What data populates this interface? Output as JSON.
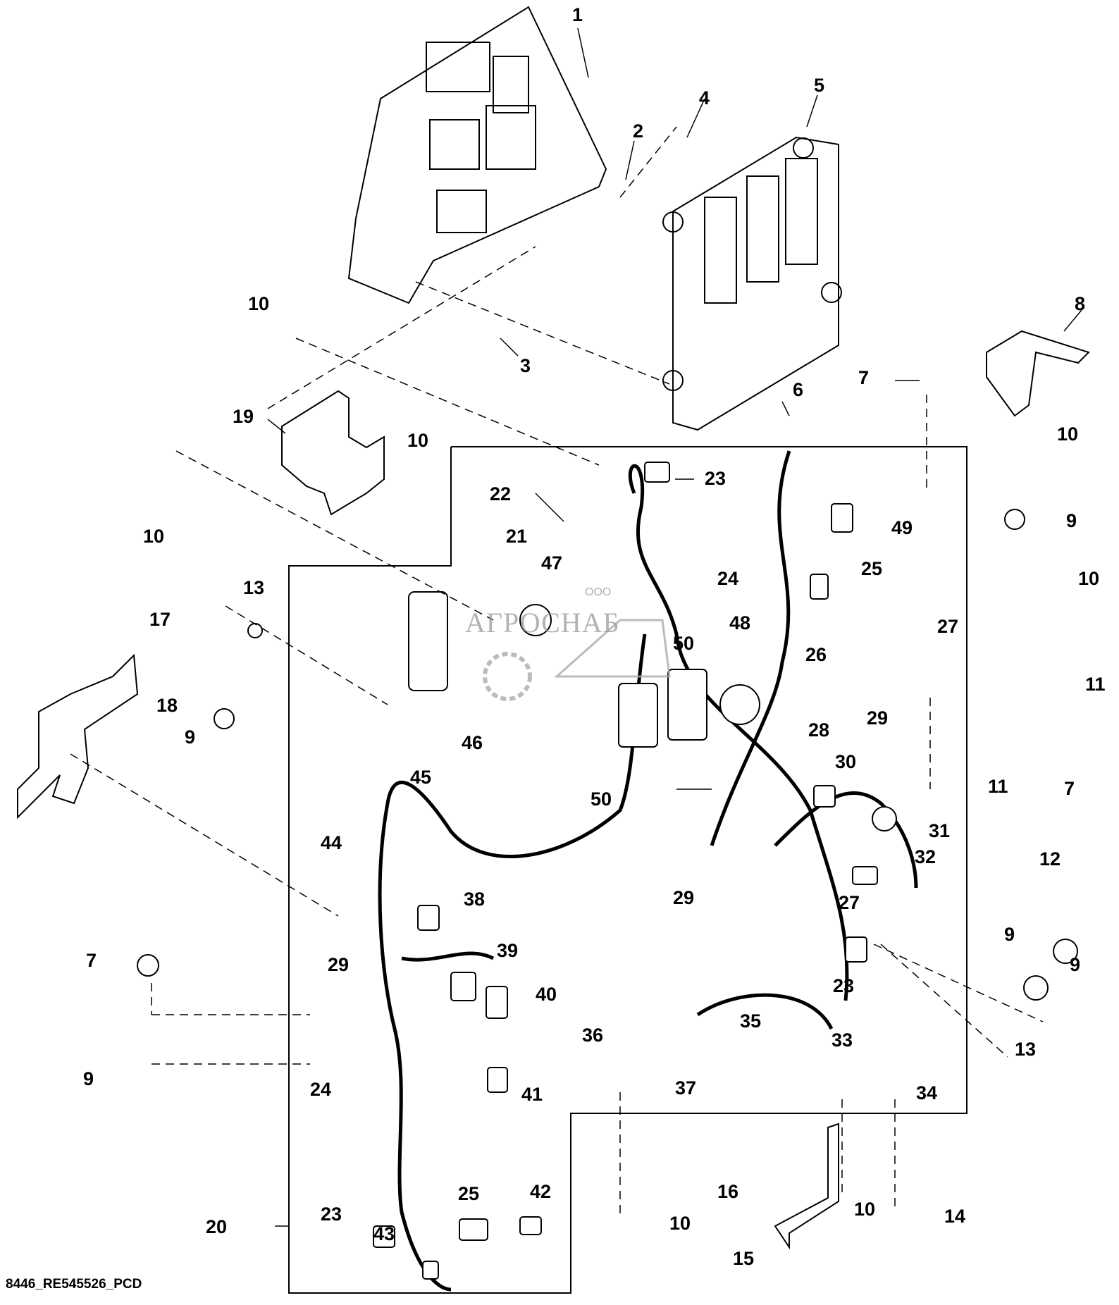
{
  "diagram": {
    "type": "exploded-parts-diagram",
    "footer_code": "8446_RE545526_PCD",
    "watermark": {
      "company_prefix": "ООО",
      "company_name": "АГРОСНАБ"
    },
    "callouts": [
      {
        "id": "c1",
        "label": "1"
      },
      {
        "id": "c2",
        "label": "2"
      },
      {
        "id": "c3",
        "label": "3"
      },
      {
        "id": "c4",
        "label": "4"
      },
      {
        "id": "c5",
        "label": "5"
      },
      {
        "id": "c6",
        "label": "6"
      },
      {
        "id": "c7a",
        "label": "7"
      },
      {
        "id": "c7b",
        "label": "7"
      },
      {
        "id": "c7c",
        "label": "7"
      },
      {
        "id": "c8",
        "label": "8"
      },
      {
        "id": "c9a",
        "label": "9"
      },
      {
        "id": "c9b",
        "label": "9"
      },
      {
        "id": "c9c",
        "label": "9"
      },
      {
        "id": "c9d",
        "label": "9"
      },
      {
        "id": "c9e",
        "label": "9"
      },
      {
        "id": "c10a",
        "label": "10"
      },
      {
        "id": "c10b",
        "label": "10"
      },
      {
        "id": "c10c",
        "label": "10"
      },
      {
        "id": "c10d",
        "label": "10"
      },
      {
        "id": "c10e",
        "label": "10"
      },
      {
        "id": "c10f",
        "label": "10"
      },
      {
        "id": "c10g",
        "label": "10"
      },
      {
        "id": "c11a",
        "label": "11"
      },
      {
        "id": "c11b",
        "label": "11"
      },
      {
        "id": "c12",
        "label": "12"
      },
      {
        "id": "c13a",
        "label": "13"
      },
      {
        "id": "c13b",
        "label": "13"
      },
      {
        "id": "c14",
        "label": "14"
      },
      {
        "id": "c15",
        "label": "15"
      },
      {
        "id": "c16",
        "label": "16"
      },
      {
        "id": "c17",
        "label": "17"
      },
      {
        "id": "c18",
        "label": "18"
      },
      {
        "id": "c19",
        "label": "19"
      },
      {
        "id": "c20",
        "label": "20"
      },
      {
        "id": "c21",
        "label": "21"
      },
      {
        "id": "c22",
        "label": "22"
      },
      {
        "id": "c23a",
        "label": "23"
      },
      {
        "id": "c23b",
        "label": "23"
      },
      {
        "id": "c23c",
        "label": "23"
      },
      {
        "id": "c24a",
        "label": "24"
      },
      {
        "id": "c24b",
        "label": "24"
      },
      {
        "id": "c25a",
        "label": "25"
      },
      {
        "id": "c25b",
        "label": "25"
      },
      {
        "id": "c26",
        "label": "26"
      },
      {
        "id": "c27a",
        "label": "27"
      },
      {
        "id": "c27b",
        "label": "27"
      },
      {
        "id": "c28",
        "label": "28"
      },
      {
        "id": "c29a",
        "label": "29"
      },
      {
        "id": "c29b",
        "label": "29"
      },
      {
        "id": "c29c",
        "label": "29"
      },
      {
        "id": "c30",
        "label": "30"
      },
      {
        "id": "c31",
        "label": "31"
      },
      {
        "id": "c32",
        "label": "32"
      },
      {
        "id": "c33",
        "label": "33"
      },
      {
        "id": "c34",
        "label": "34"
      },
      {
        "id": "c35",
        "label": "35"
      },
      {
        "id": "c36",
        "label": "36"
      },
      {
        "id": "c37",
        "label": "37"
      },
      {
        "id": "c38",
        "label": "38"
      },
      {
        "id": "c39",
        "label": "39"
      },
      {
        "id": "c40",
        "label": "40"
      },
      {
        "id": "c41",
        "label": "41"
      },
      {
        "id": "c42",
        "label": "42"
      },
      {
        "id": "c43",
        "label": "43"
      },
      {
        "id": "c44",
        "label": "44"
      },
      {
        "id": "c45",
        "label": "45"
      },
      {
        "id": "c46",
        "label": "46"
      },
      {
        "id": "c47",
        "label": "47"
      },
      {
        "id": "c48",
        "label": "48"
      },
      {
        "id": "c49",
        "label": "49"
      },
      {
        "id": "c50a",
        "label": "50"
      },
      {
        "id": "c50b",
        "label": "50"
      }
    ]
  }
}
